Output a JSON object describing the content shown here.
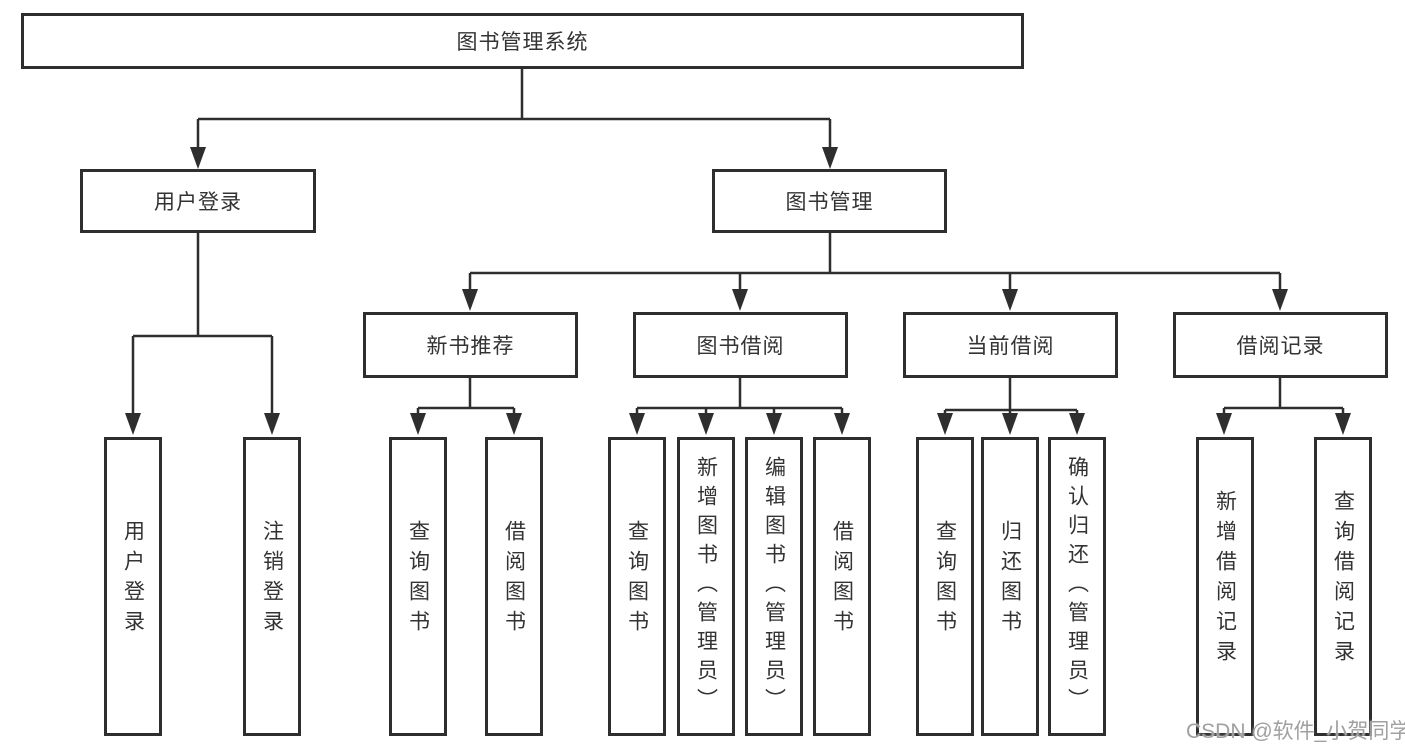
{
  "tree": {
    "label": "图书管理系统",
    "children": [
      {
        "label": "用户登录",
        "children": [
          {
            "label": "用户登录"
          },
          {
            "label": "注销登录"
          }
        ]
      },
      {
        "label": "图书管理",
        "children": [
          {
            "label": "新书推荐",
            "children": [
              {
                "label": "查询图书"
              },
              {
                "label": "借阅图书"
              }
            ]
          },
          {
            "label": "图书借阅",
            "children": [
              {
                "label": "查询图书"
              },
              {
                "label": "新增图书（管理员）"
              },
              {
                "label": "编辑图书（管理员）"
              },
              {
                "label": "借阅图书"
              }
            ]
          },
          {
            "label": "当前借阅",
            "children": [
              {
                "label": "查询图书"
              },
              {
                "label": "归还图书"
              },
              {
                "label": "确认归还（管理员）"
              }
            ]
          },
          {
            "label": "借阅记录",
            "children": [
              {
                "label": "新增借阅记录"
              },
              {
                "label": "查询借阅记录"
              }
            ]
          }
        ]
      }
    ]
  },
  "watermark": {
    "text": "CSDN @软件_小贺同学"
  },
  "colors": {
    "line": "#2e2e2e",
    "box_border": "#2e2e2e",
    "text": "#333333",
    "background": "#ffffff",
    "watermark": "#a0a0a0"
  }
}
